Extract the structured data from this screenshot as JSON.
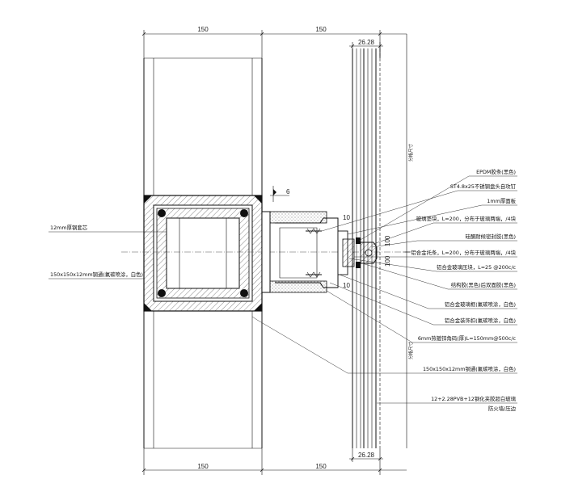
{
  "dimensions": {
    "top_left": "150",
    "top_right": "150",
    "top_glass": "26.28",
    "bottom_left": "150",
    "bottom_right": "150",
    "bottom_glass": "26.28",
    "mid_100a": "100",
    "mid_100b": "100",
    "mid_10a": "10",
    "mid_10b": "10",
    "mid_6": "6"
  },
  "vertical_labels": {
    "upper": "分格尺寸",
    "lower": "分格尺寸"
  },
  "left_labels": [
    "12mm厚钢套芯",
    "150x150x12mm钢通(氟碳喷涂，白色)"
  ],
  "right_labels": [
    "EPDM胶条(黑色)",
    "ST4.8x25不锈钢盘头自攻钉",
    "1mm厚面板",
    "玻璃垫块，L=200，分布于玻璃两端，/4块",
    "硅酮耐候密封胶(黑色)",
    "铝合金托条，L=200，分布于玻璃两端，/4块",
    "铝合金玻璃压块，L=25 @200c/c",
    "结构胶(黑色)后双面胶(黑色)",
    "铝合金玻璃框(氟碳喷涂，白色)",
    "铝合金装饰扣(氟碳喷涂，白色)",
    "6mm热镀锌角码(厚)L=150mm@500c/c",
    "150x150x12mm钢通(氟碳喷涂，白色)",
    "12+2.28PVB+12钢化夹胶超白玻璃",
    "防火墙/压边"
  ],
  "colors": {
    "line": "#111111",
    "hatch": "#333333",
    "background": "#ffffff"
  }
}
